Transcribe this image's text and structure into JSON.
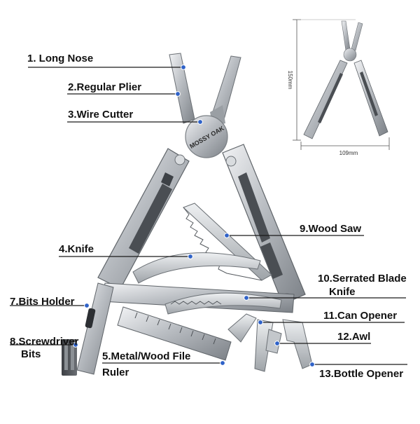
{
  "brand": "MOSSY OAK",
  "labels": [
    {
      "id": "long-nose",
      "text": "1. Long Nose"
    },
    {
      "id": "regular-plier",
      "text": "2.Regular Plier"
    },
    {
      "id": "wire-cutter",
      "text": "3.Wire Cutter"
    },
    {
      "id": "knife",
      "text": "4.Knife"
    },
    {
      "id": "ruler",
      "text": "5.Metal/Wood File",
      "text2": "Ruler"
    },
    {
      "id": "bits-holder",
      "text": "7.Bits Holder"
    },
    {
      "id": "screwdriver-bits",
      "text": "8.Screwdriver",
      "text2": "Bits"
    },
    {
      "id": "wood-saw",
      "text": "9.Wood Saw"
    },
    {
      "id": "serrated-knife",
      "text": "10.Serrated Blade",
      "text2": "Knife"
    },
    {
      "id": "can-opener",
      "text": "11.Can Opener"
    },
    {
      "id": "awl",
      "text": "12.Awl"
    },
    {
      "id": "bottle-opener",
      "text": "13.Bottle Opener"
    }
  ],
  "inset": {
    "height_label": "150mm",
    "width_label": "109mm"
  },
  "colors": {
    "marker": "#2f62c8",
    "line": "#1a1a1a",
    "steel": "#c9ccd0"
  }
}
